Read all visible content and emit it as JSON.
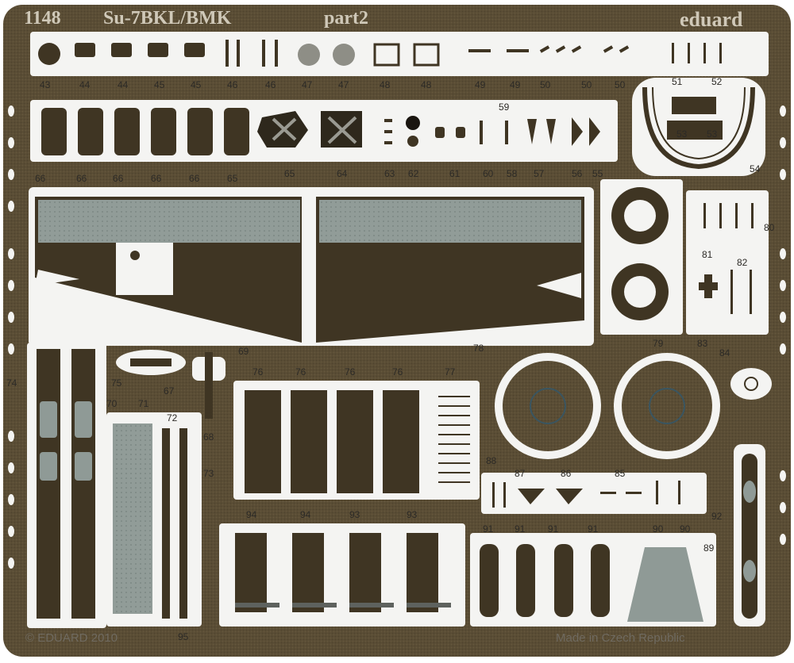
{
  "sheet": {
    "kit_number": "1148",
    "title": "Su-7BKL/BMK",
    "part": "part2",
    "brand": "eduard",
    "copyright": "© EDUARD 2010",
    "origin": "Made in Czech Republic",
    "colors": {
      "brass": "#5b4e36",
      "brass_dark": "#3f3523",
      "frame": "#f4f4f2",
      "panel": "#8f9a96"
    }
  },
  "part_numbers": [
    "43",
    "44",
    "44",
    "45",
    "45",
    "46",
    "46",
    "47",
    "47",
    "48",
    "48",
    "49",
    "49",
    "50",
    "50",
    "50",
    "51",
    "52",
    "66",
    "66",
    "66",
    "66",
    "66",
    "65",
    "65",
    "64",
    "63",
    "62",
    "61",
    "60",
    "59",
    "58",
    "57",
    "56",
    "55",
    "54",
    "53",
    "53",
    "69",
    "70",
    "71",
    "72",
    "73",
    "74",
    "75",
    "76",
    "76",
    "76",
    "76",
    "77",
    "78",
    "79",
    "80",
    "81",
    "82",
    "83",
    "84",
    "85",
    "86",
    "87",
    "88",
    "89",
    "90",
    "90",
    "91",
    "91",
    "91",
    "91",
    "92",
    "93",
    "93",
    "94",
    "94",
    "95",
    "67",
    "68"
  ]
}
